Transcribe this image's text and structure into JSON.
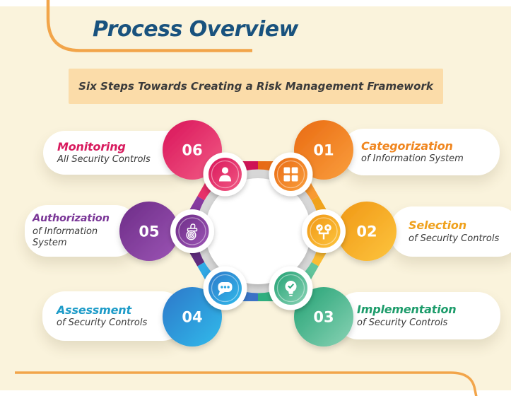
{
  "page": {
    "background_color": "#FAF3DC",
    "accent_line_color": "#F2A54A",
    "top_strip_color": "#FFFFFF"
  },
  "header": {
    "title": "Process Overview",
    "title_color": "#19527E"
  },
  "banner": {
    "text": "Six Steps Towards Creating a Risk Management Framework",
    "background_color": "#FBDCA9",
    "text_color": "#3B3B3B"
  },
  "diagram": {
    "type": "six-step circular process ring (hexagon)",
    "center": "white circle with silver ring"
  },
  "steps": [
    {
      "number": "01",
      "title": "Categorization",
      "subtitle": "of Information System",
      "color": "#F0801F",
      "gradient": [
        "#E96A12",
        "#FA9F3D"
      ],
      "icon": "window-grid-icon",
      "position": "top-right"
    },
    {
      "number": "02",
      "title": "Selection",
      "subtitle": "of Security Controls",
      "color": "#F6A91E",
      "gradient": [
        "#F09715",
        "#FDC53E"
      ],
      "icon": "choice-check-x-icon",
      "position": "right"
    },
    {
      "number": "03",
      "title": "Implementation",
      "subtitle": "of Security Controls",
      "color": "#2FAE7F",
      "gradient": [
        "#21A173",
        "#8AD3B5"
      ],
      "icon": "lightbulb-check-icon",
      "position": "bottom-right"
    },
    {
      "number": "04",
      "title": "Assessment",
      "subtitle": "of Security Controls",
      "color": "#2E9AD8",
      "gradient": [
        "#2E77C9",
        "#30BBEB"
      ],
      "icon": "chat-bubble-icon",
      "position": "bottom-left"
    },
    {
      "number": "05",
      "title": "Authorization",
      "subtitle": "of Information System",
      "color": "#7C3897",
      "gradient": [
        "#6D2C87",
        "#9C55B5"
      ],
      "icon": "stamp-icon",
      "position": "left"
    },
    {
      "number": "06",
      "title": "Monitoring",
      "subtitle": "All Security Controls",
      "color": "#DC1A5E",
      "gradient": [
        "#D9145A",
        "#F25B85"
      ],
      "icon": "user-icon",
      "position": "top-left"
    }
  ]
}
